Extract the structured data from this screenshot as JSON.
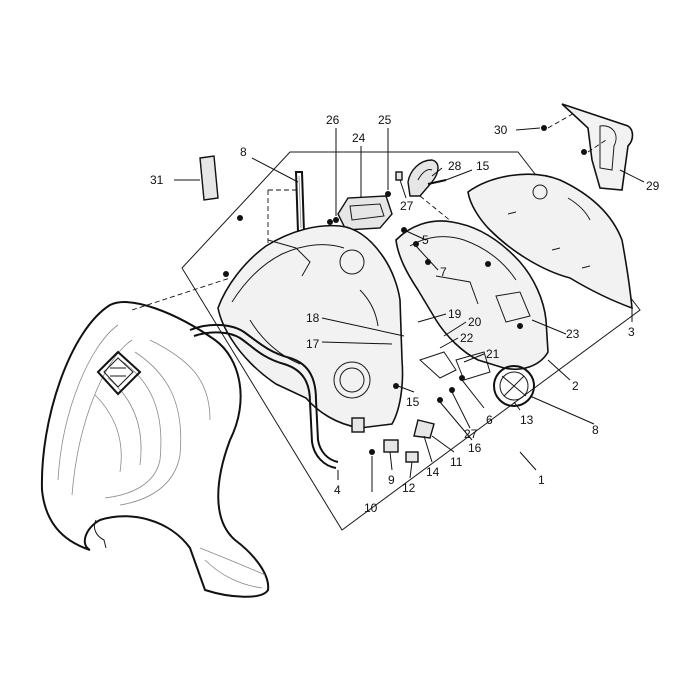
{
  "diagram": {
    "callouts": [
      {
        "id": "c1",
        "text": "1"
      },
      {
        "id": "c2",
        "text": "2"
      },
      {
        "id": "c3",
        "text": "3"
      },
      {
        "id": "c4",
        "text": "4"
      },
      {
        "id": "c5",
        "text": "5"
      },
      {
        "id": "c6",
        "text": "6"
      },
      {
        "id": "c7",
        "text": "7"
      },
      {
        "id": "c8a",
        "text": "8"
      },
      {
        "id": "c8b",
        "text": "8"
      },
      {
        "id": "c9",
        "text": "9"
      },
      {
        "id": "c10",
        "text": "10"
      },
      {
        "id": "c11",
        "text": "11"
      },
      {
        "id": "c12",
        "text": "12"
      },
      {
        "id": "c13",
        "text": "13"
      },
      {
        "id": "c14",
        "text": "14"
      },
      {
        "id": "c15a",
        "text": "15"
      },
      {
        "id": "c15b",
        "text": "15"
      },
      {
        "id": "c16",
        "text": "16"
      },
      {
        "id": "c17",
        "text": "17"
      },
      {
        "id": "c18",
        "text": "18"
      },
      {
        "id": "c19",
        "text": "19"
      },
      {
        "id": "c20",
        "text": "20"
      },
      {
        "id": "c21",
        "text": "21"
      },
      {
        "id": "c22",
        "text": "22"
      },
      {
        "id": "c23",
        "text": "23"
      },
      {
        "id": "c24",
        "text": "24"
      },
      {
        "id": "c25",
        "text": "25"
      },
      {
        "id": "c26",
        "text": "26"
      },
      {
        "id": "c27a",
        "text": "27"
      },
      {
        "id": "c27b",
        "text": "27"
      },
      {
        "id": "c28",
        "text": "28"
      },
      {
        "id": "c29",
        "text": "29"
      },
      {
        "id": "c30",
        "text": "30"
      },
      {
        "id": "c31",
        "text": "31"
      }
    ]
  }
}
